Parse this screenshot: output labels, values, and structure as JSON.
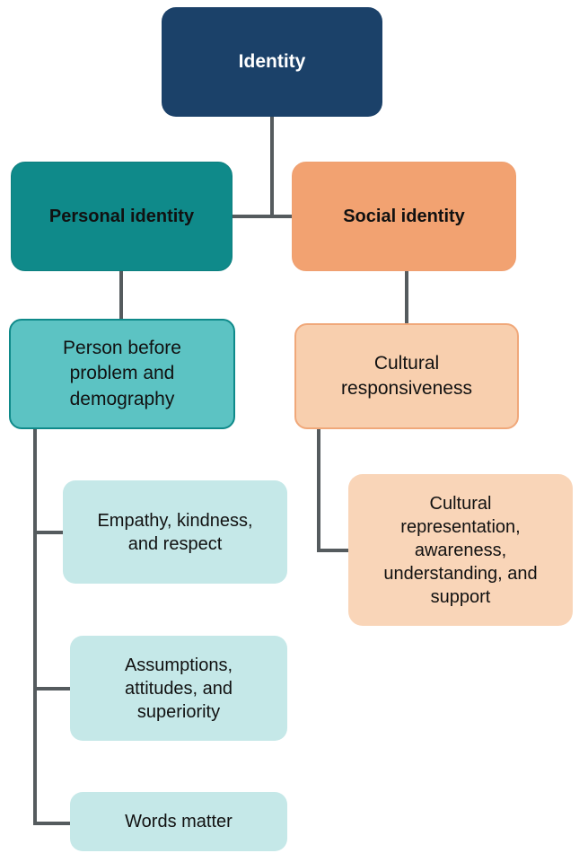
{
  "diagram": {
    "title": "Identity",
    "type": "hierarchy-tree",
    "colors": {
      "root": "#1b4169",
      "personal_identity": "#0f8a8a",
      "social_identity": "#f2a271",
      "person_before": "#5cc3c3",
      "cultural_responsiveness": "#f8cfae",
      "leaf_teal": "#c5e8e8",
      "leaf_peach": "#f9d5b8",
      "connector": "#555b5e",
      "root_text": "#ffffff",
      "body_text": "#111111"
    },
    "nodes": {
      "root": {
        "label": "Identity"
      },
      "personal_identity": {
        "label": "Personal identity"
      },
      "social_identity": {
        "label": "Social identity"
      },
      "person_before": {
        "label": "Person before\nproblem and\ndemography"
      },
      "cultural_responsiveness": {
        "label": "Cultural\nresponsiveness"
      },
      "empathy": {
        "label": "Empathy, kindness,\nand respect"
      },
      "assumptions": {
        "label": "Assumptions,\nattitudes, and\nsuperiority"
      },
      "words_matter": {
        "label": "Words matter"
      },
      "cultural_representation": {
        "label": "Cultural\nrepresentation,\nawareness,\nunderstanding, and\nsupport"
      }
    },
    "edges": [
      {
        "from": "root",
        "to": "personal_identity"
      },
      {
        "from": "root",
        "to": "social_identity"
      },
      {
        "from": "personal_identity",
        "to": "person_before"
      },
      {
        "from": "social_identity",
        "to": "cultural_responsiveness"
      },
      {
        "from": "person_before",
        "to": "empathy"
      },
      {
        "from": "person_before",
        "to": "assumptions"
      },
      {
        "from": "person_before",
        "to": "words_matter"
      },
      {
        "from": "cultural_responsiveness",
        "to": "cultural_representation"
      }
    ]
  }
}
